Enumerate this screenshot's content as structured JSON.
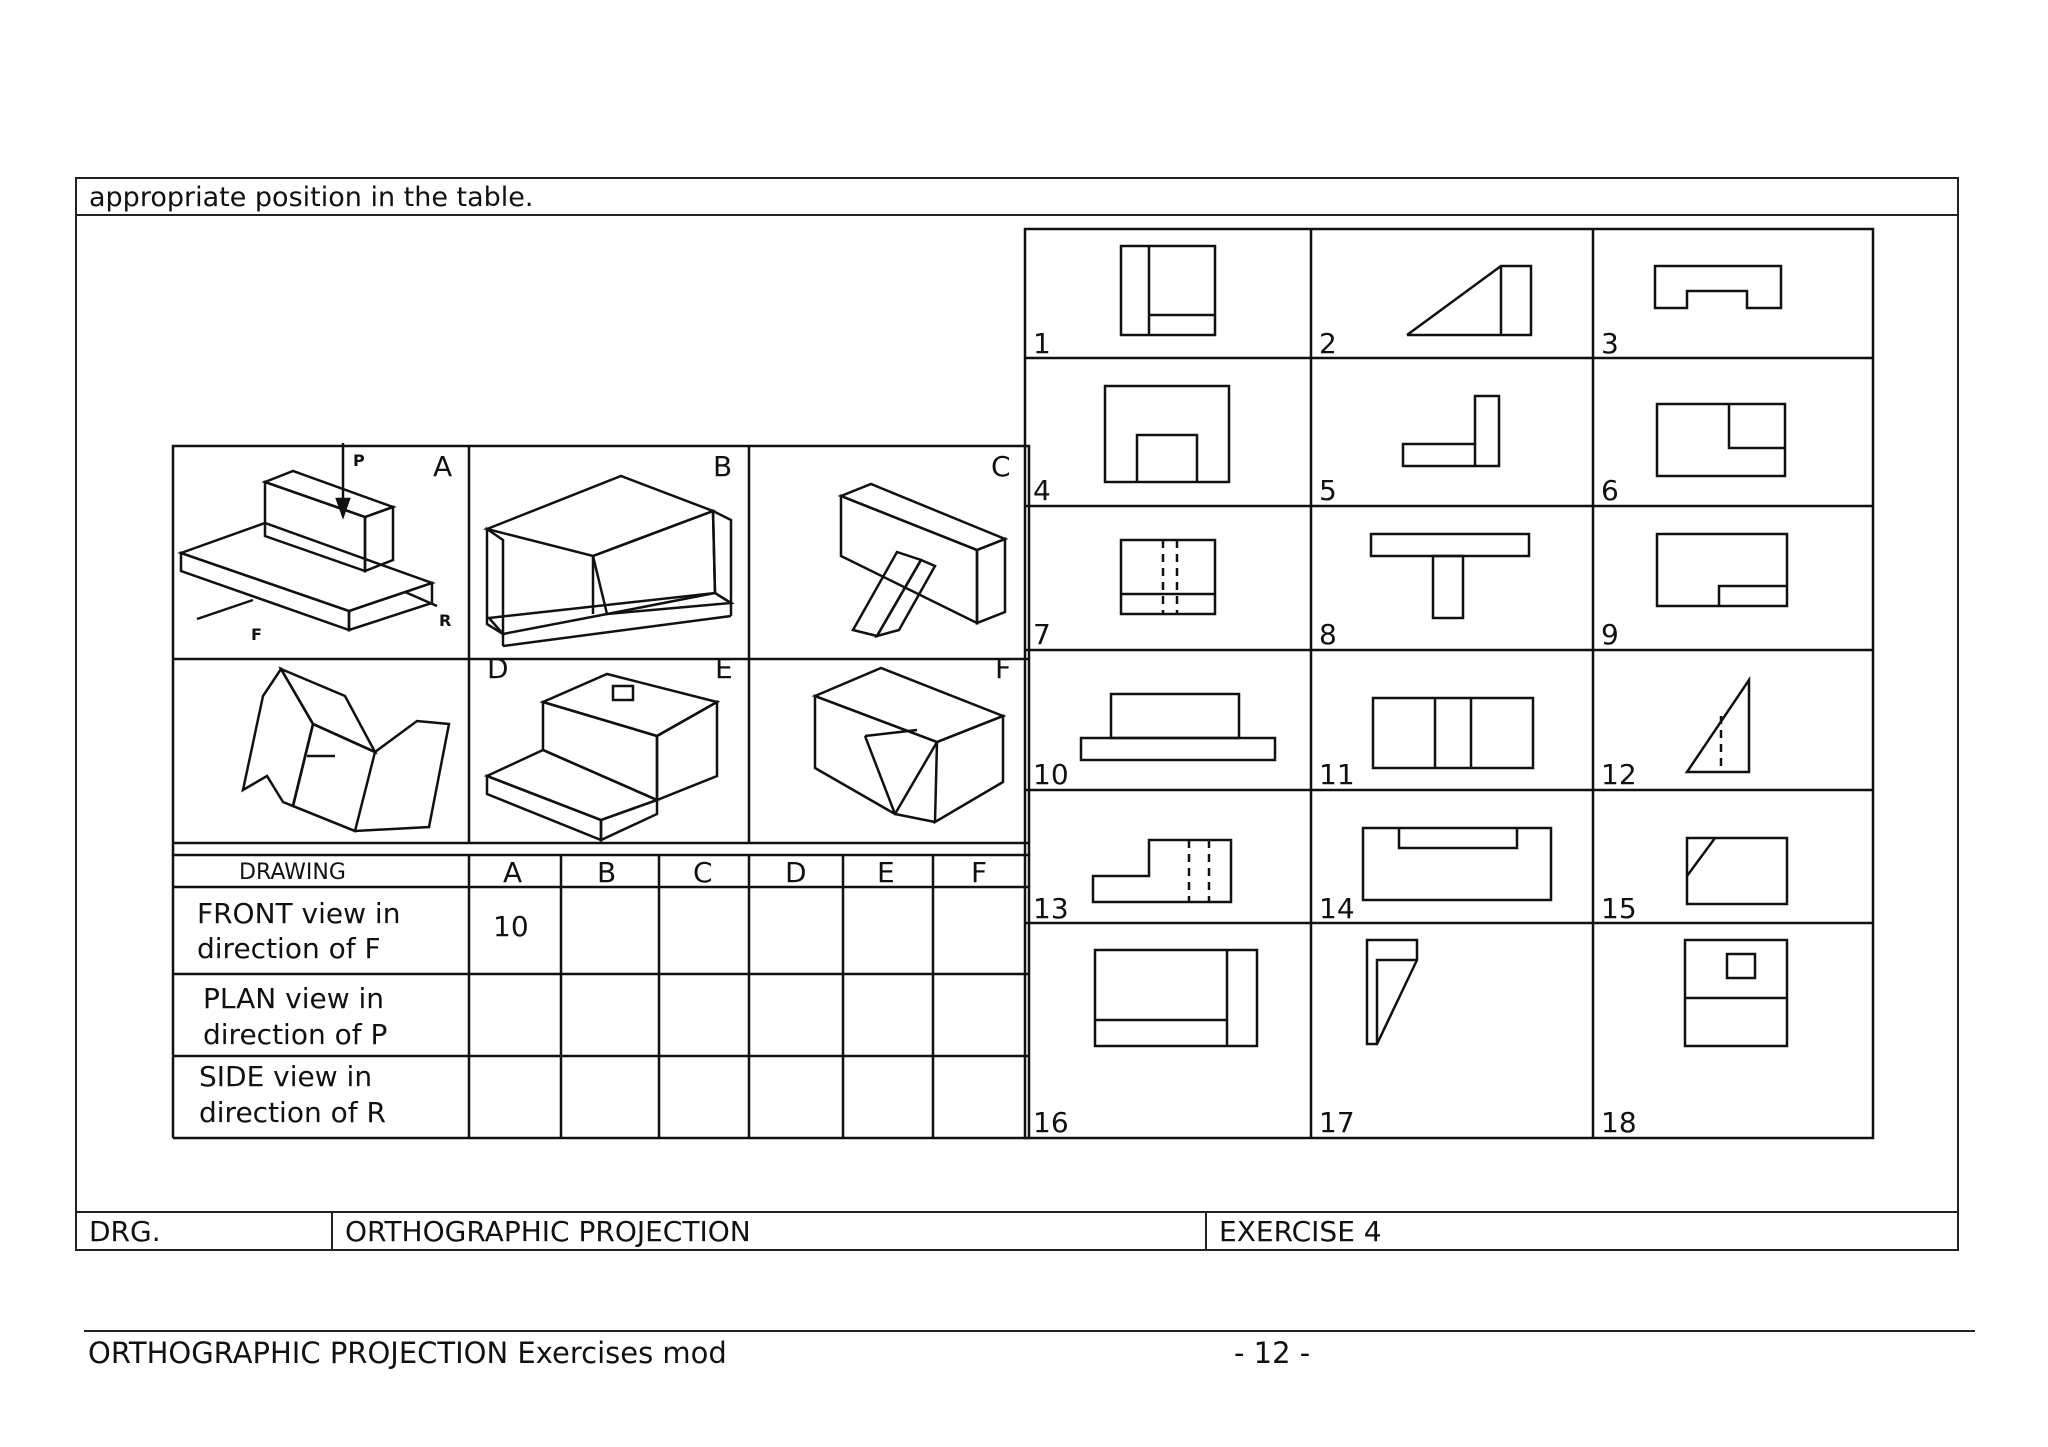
{
  "instruction": "appropriate position in the table.",
  "title_block": {
    "drg_label": "DRG.",
    "title": "ORTHOGRAPHIC PROJECTION",
    "exercise": "EXERCISE 4"
  },
  "pictorials": [
    {
      "letter": "A",
      "arrow_labels": [
        "P",
        "F",
        "R"
      ]
    },
    {
      "letter": "B"
    },
    {
      "letter": "C"
    },
    {
      "letter": "D"
    },
    {
      "letter": "E"
    },
    {
      "letter": "F"
    }
  ],
  "answer_table": {
    "header_label": "DRAWING",
    "columns": [
      "A",
      "B",
      "C",
      "D",
      "E",
      "F"
    ],
    "rows": [
      {
        "label_line1": "FRONT view in",
        "label_line2": "direction of F",
        "values": [
          "10",
          "",
          "",
          "",
          "",
          ""
        ]
      },
      {
        "label_line1": "PLAN view in",
        "label_line2": "direction of P",
        "values": [
          "",
          "",
          "",
          "",
          "",
          ""
        ]
      },
      {
        "label_line1": "SIDE view in",
        "label_line2": "direction of R",
        "values": [
          "",
          "",
          "",
          "",
          "",
          ""
        ]
      }
    ]
  },
  "views": [
    "1",
    "2",
    "3",
    "4",
    "5",
    "6",
    "7",
    "8",
    "9",
    "10",
    "11",
    "12",
    "13",
    "14",
    "15",
    "16",
    "17",
    "18"
  ],
  "footer": {
    "left": "ORTHOGRAPHIC PROJECTION Exercises mod",
    "page": "- 12 -"
  }
}
